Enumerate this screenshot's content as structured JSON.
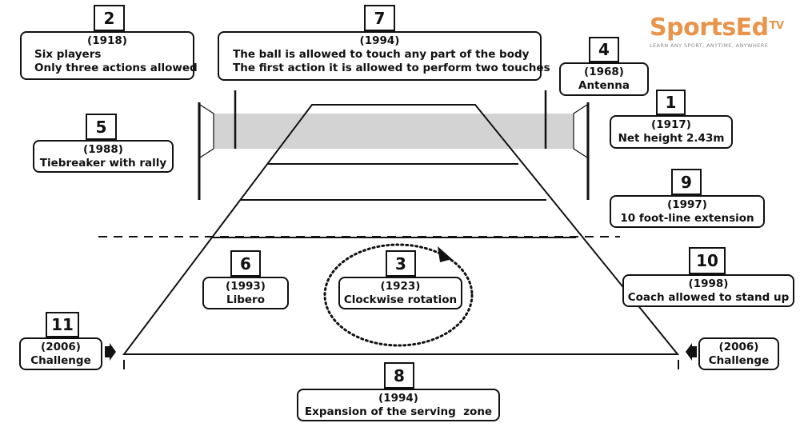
{
  "logo": {
    "brand": "SportsEd",
    "superscript": "TV",
    "tagline": "LEARN ANY SPORT, ANYTIME, ANYWHERE",
    "color": "#e8944a"
  },
  "items": {
    "n1": {
      "number": "1",
      "year": "(1917)",
      "text": "Net height 2.43m"
    },
    "n2": {
      "number": "2",
      "year": "(1918)",
      "line1": "Six players",
      "line2": "Only three actions allowed"
    },
    "n3": {
      "number": "3",
      "year": "(1923)",
      "text": "Clockwise rotation"
    },
    "n4": {
      "number": "4",
      "year": "(1968)",
      "text": "Antenna"
    },
    "n5": {
      "number": "5",
      "year": "(1988)",
      "text": "Tiebreaker with rally"
    },
    "n6": {
      "number": "6",
      "year": "(1993)",
      "text": "Libero"
    },
    "n7": {
      "number": "7",
      "year": "(1994)",
      "line1": "The ball is allowed to touch any part of the body",
      "line2": "The first action it is allowed to perform two touches"
    },
    "n8": {
      "number": "8",
      "year": "(1994)",
      "text": "Expansion of the serving  zone"
    },
    "n9": {
      "number": "9",
      "year": "(1997)",
      "text": "10 foot-line extension"
    },
    "n10": {
      "number": "10",
      "year": "(1998)",
      "text": "Coach allowed to stand up"
    },
    "n11": {
      "number": "11",
      "year": "(2006)",
      "text": "Challenge"
    },
    "n11b": {
      "year": "(2006)",
      "text": "Challenge"
    }
  },
  "colors": {
    "net": "#d3d3d3",
    "lines": "#111111"
  }
}
